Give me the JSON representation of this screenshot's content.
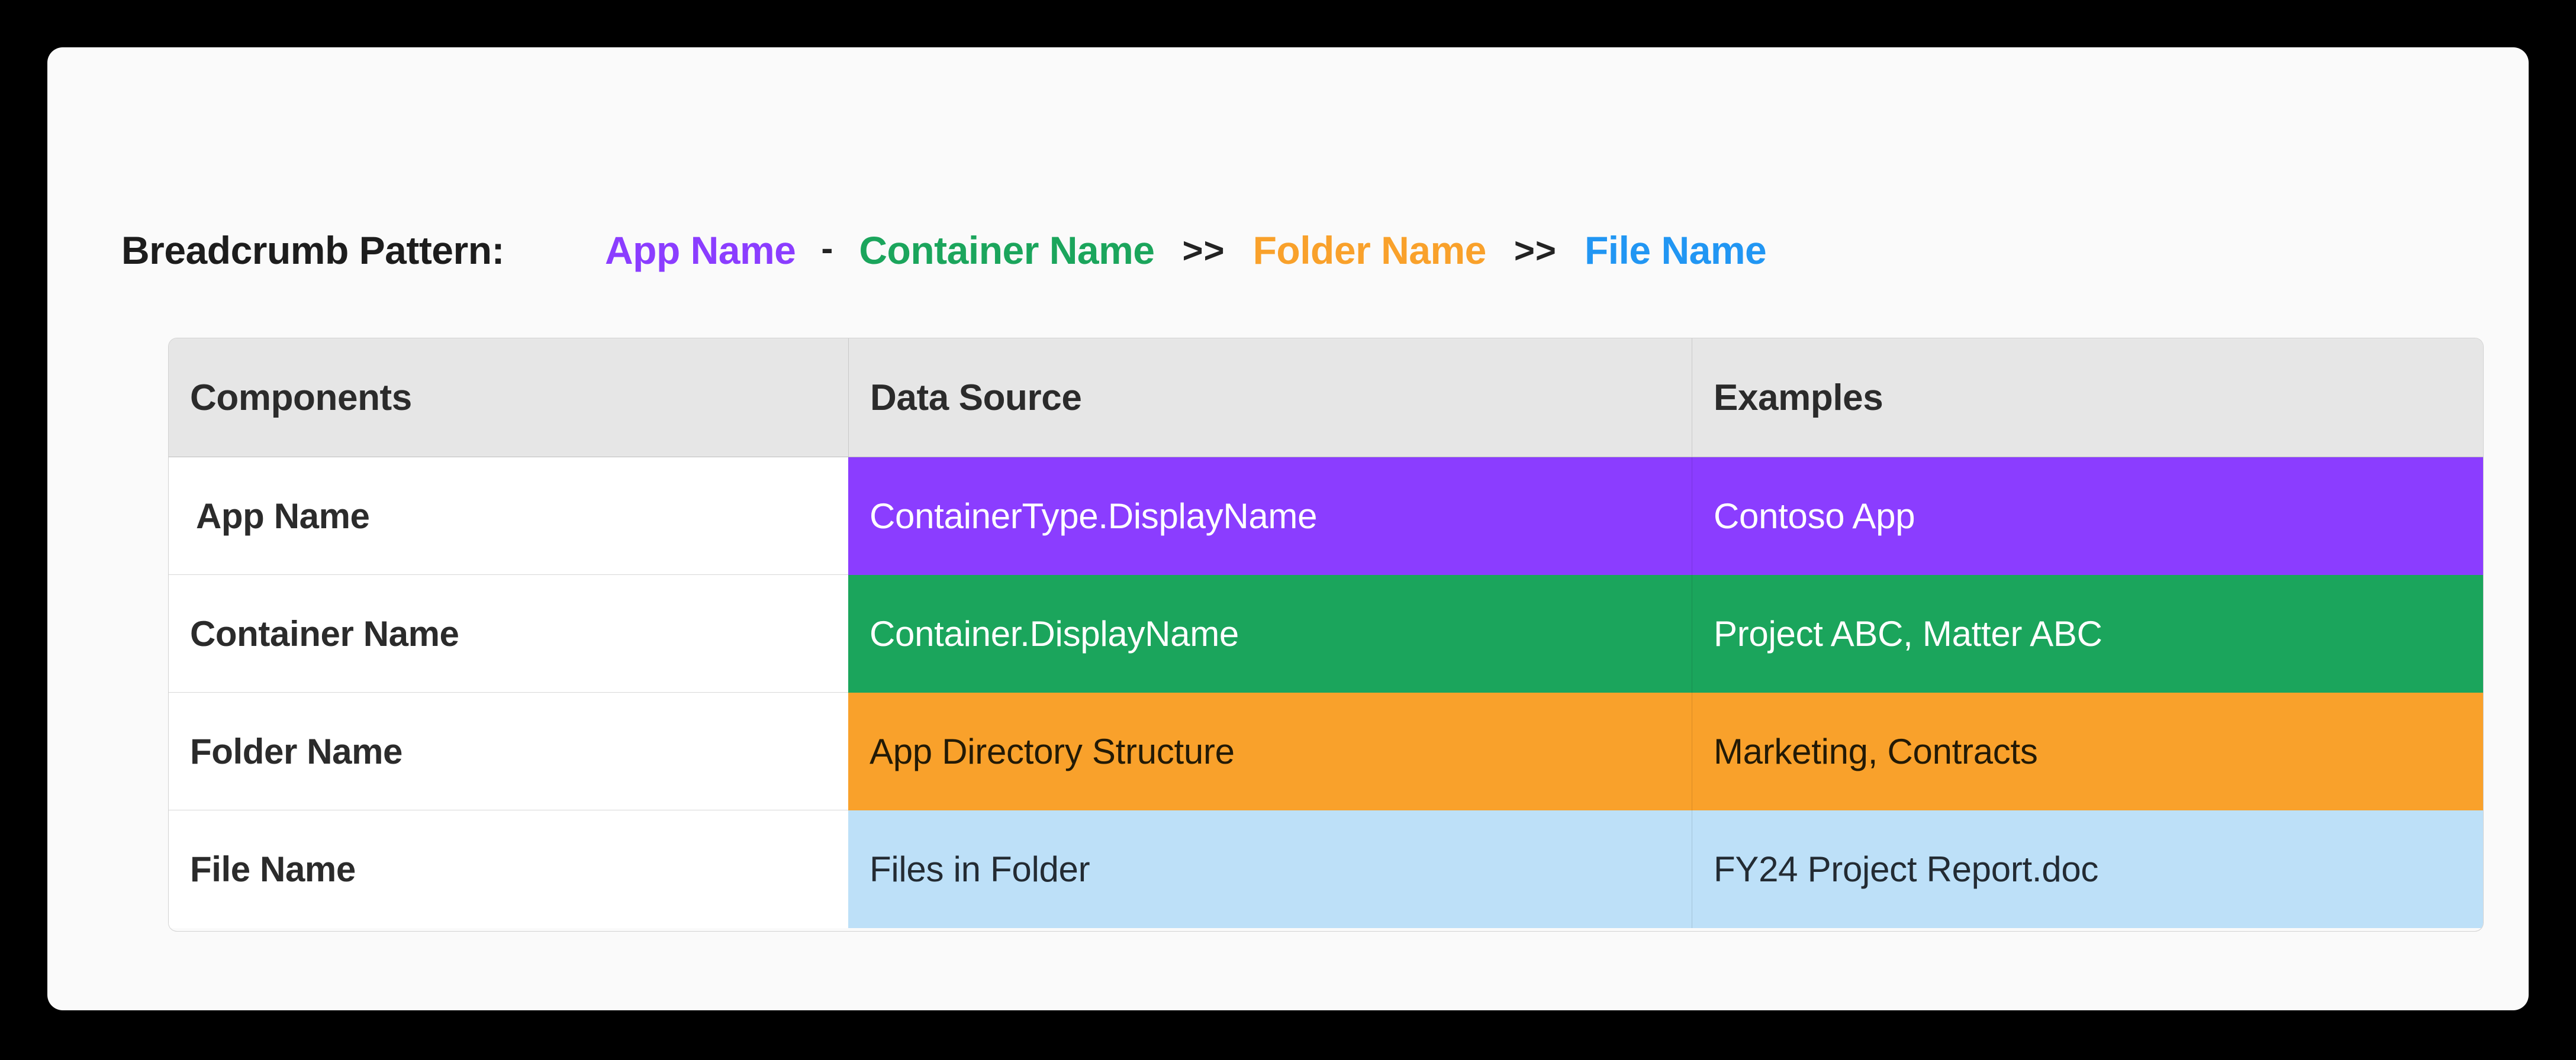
{
  "page": {
    "background": "#000000",
    "card_background": "#FAFAFA"
  },
  "breadcrumb": {
    "label": "Breadcrumb Pattern:",
    "separator_dash": "-",
    "separator_arrow": ">>",
    "segments": [
      {
        "text": "App Name",
        "color": "#8B3DFF"
      },
      {
        "text": "Container Name",
        "color": "#1BA55C"
      },
      {
        "text": "Folder Name",
        "color": "#F9A12B"
      },
      {
        "text": "File Name",
        "color": "#2196F3"
      }
    ]
  },
  "table": {
    "headers": [
      "Components",
      "Data Source",
      "Examples"
    ],
    "header_background": "#E6E6E6",
    "rows": [
      {
        "component": "App Name",
        "data_source": "ContainerType.DisplayName",
        "example": "Contoso App",
        "fill": "#8B3DFF",
        "text_color": "#FFFFFF",
        "indented": true
      },
      {
        "component": "Container Name",
        "data_source": "Container.DisplayName",
        "example": "Project ABC, Matter ABC",
        "fill": "#1BA55C",
        "text_color": "#FFFFFF",
        "indented": false
      },
      {
        "component": "Folder Name",
        "data_source": "App Directory Structure",
        "example": "Marketing, Contracts",
        "fill": "#F9A12B",
        "text_color": "#231A06",
        "indented": false
      },
      {
        "component": "File Name",
        "data_source": "Files in Folder",
        "example": "FY24 Project Report.doc",
        "fill": "#BDE0F8",
        "text_color": "#232B33",
        "indented": false
      }
    ]
  }
}
